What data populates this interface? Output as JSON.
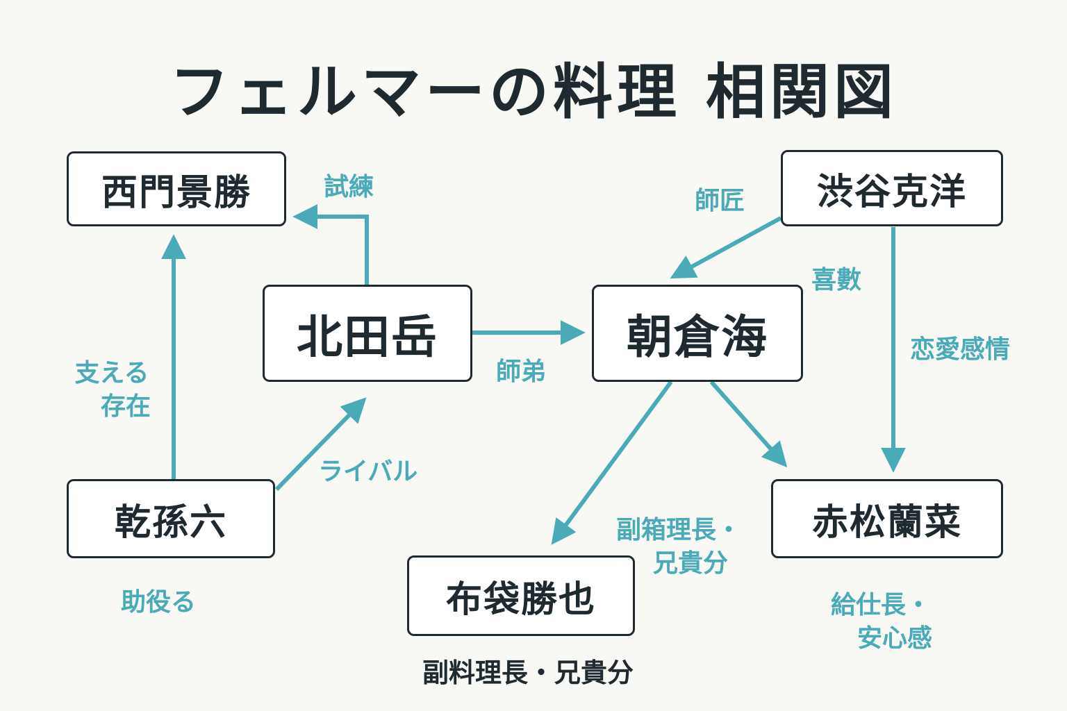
{
  "title": "フェルマーの料理 相関図",
  "colors": {
    "background": "#f8f8f5",
    "node_border": "#1e2a30",
    "text": "#1e2a30",
    "arrow": "#4aaab8",
    "label": "#4aaab8"
  },
  "nodes": {
    "nishikado": "西門景勝",
    "kitada": "北田岳",
    "asakura": "朝倉海",
    "shibuya": "渋谷克洋",
    "inui": "乾孫六",
    "hotei": "布袋勝也",
    "akamatsu": "赤松蘭菜"
  },
  "relations": {
    "shiren": "試練",
    "shitei": "師弟",
    "shisho": "師匠",
    "kibu": "喜數",
    "renai": "恋愛感情",
    "sasaeru": [
      "支える",
      "存在"
    ],
    "rival": "ライバル",
    "fukusokuri": [
      "副箱理長・",
      "兄貴分"
    ],
    "tasuyaku": "助役る",
    "kyujicho": [
      "給仕長・",
      "安心感"
    ]
  },
  "captions": {
    "hotei_sub": "副料理長・兄貴分"
  }
}
